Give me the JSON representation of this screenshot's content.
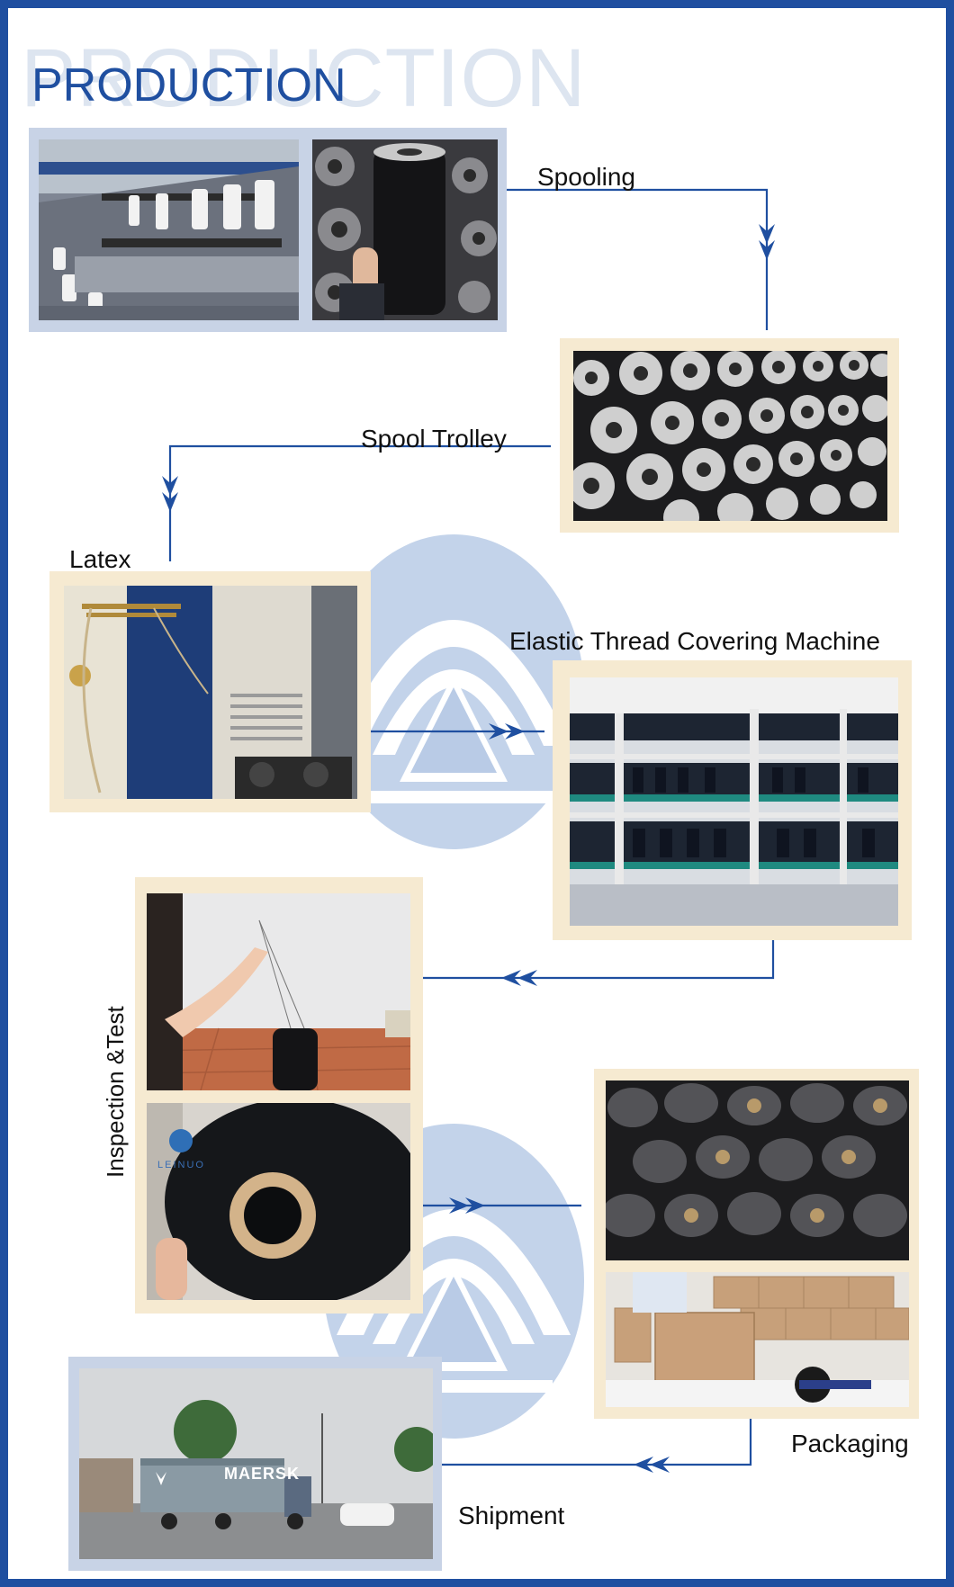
{
  "heading": {
    "title": "PRODUCTION",
    "ghost": "PRODUCTION"
  },
  "colors": {
    "border": "#1f4fa0",
    "arrow": "#1f4fa0",
    "frame_blue": "#c8d3e6",
    "frame_cream": "#f6ead1",
    "logo": "#b9cbe6"
  },
  "steps": {
    "spooling": "Spooling",
    "spool_trolley": "Spool Trolley",
    "latex": "Latex",
    "covering": "Elastic Thread Covering Machine",
    "inspection": "Inspection &Test",
    "packaging": "Packaging",
    "shipment": "Shipment"
  },
  "photo_text": {
    "brand": "LEINUO",
    "container": "MAERSK"
  }
}
